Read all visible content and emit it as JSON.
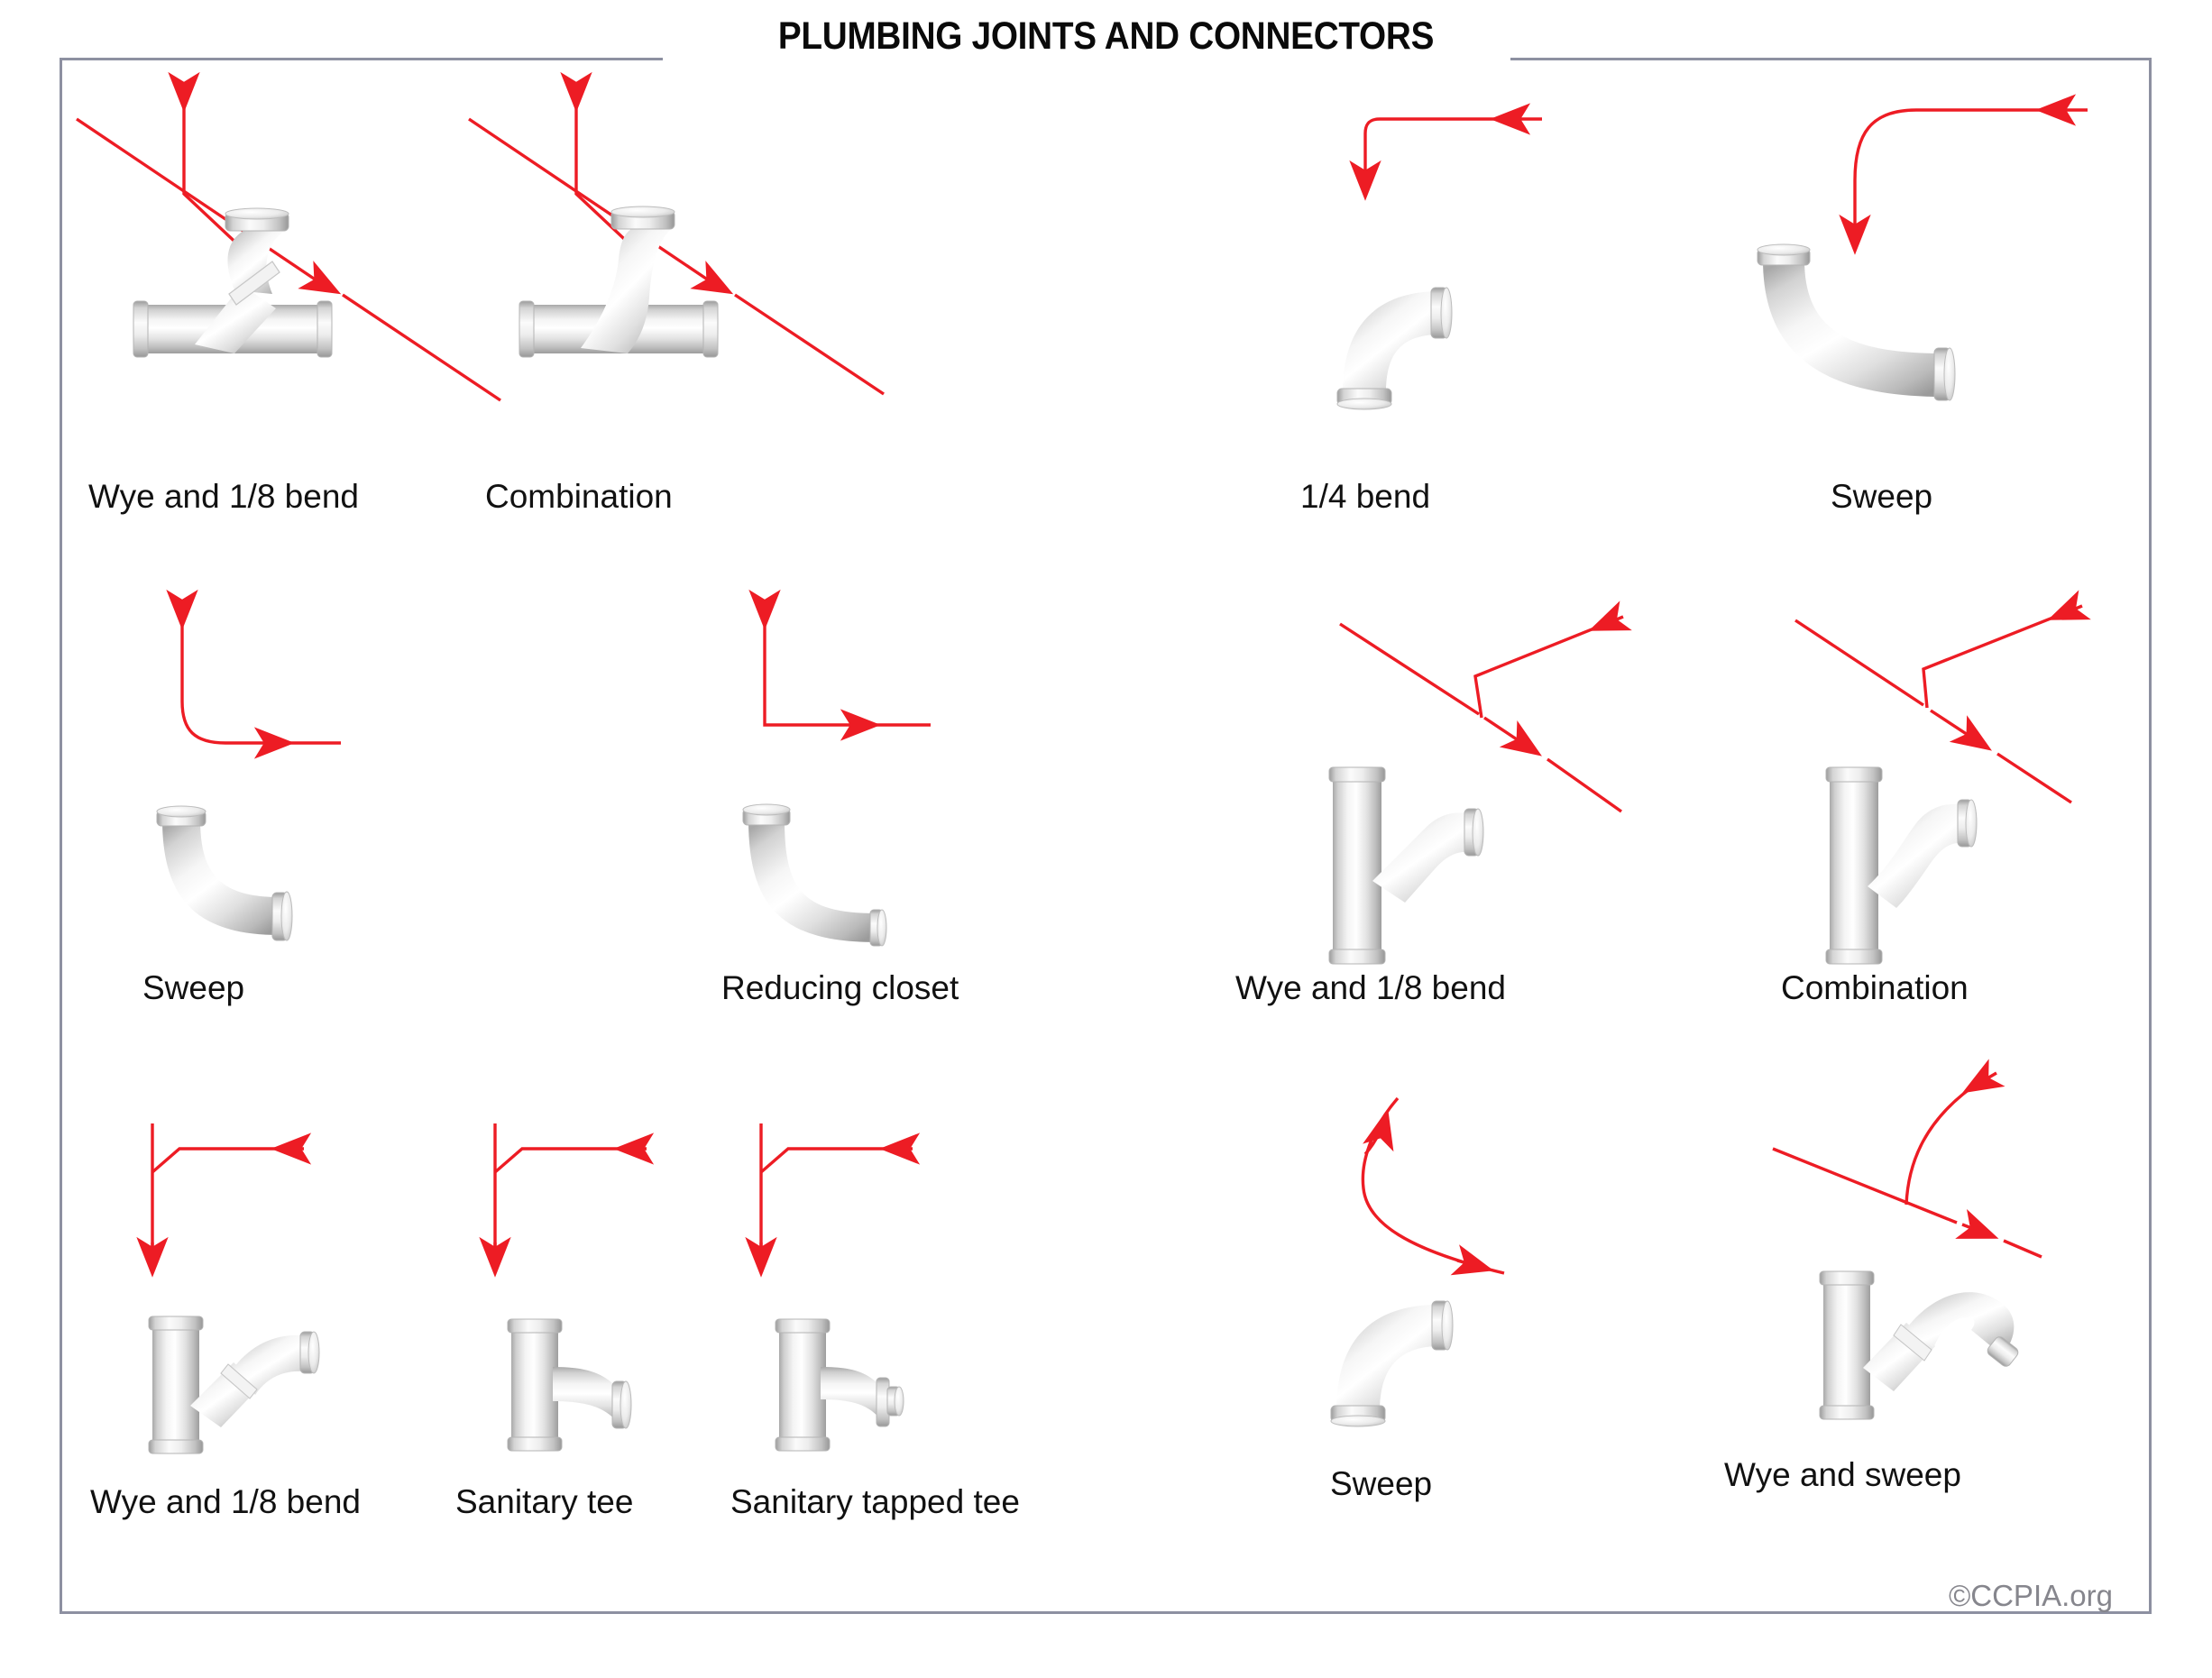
{
  "title": "PLUMBING JOINTS AND CONNECTORS",
  "credit": "©CCPIA.org",
  "colors": {
    "flow_arrow": "#ed1c24",
    "frame": "#8d90a1",
    "pipe_light": "#ffffff",
    "pipe_mid": "#d8d8d8",
    "pipe_shadow": "#9a9a9a",
    "label_text": "#111111",
    "credit_text": "#86868d",
    "background": "#ffffff"
  },
  "rows": [
    {
      "row": 1,
      "items": [
        {
          "label": "Wye and 1/8 bend",
          "fitting": "wye-and-eighth-bend-horizontal",
          "flow": "diagonal-with-vertical-branch"
        },
        {
          "label": "Combination",
          "fitting": "combination-horizontal",
          "flow": "diagonal-with-vertical-branch"
        },
        {
          "label": "1/4 bend",
          "fitting": "quarter-bend",
          "flow": "tight-corner-right-to-down"
        },
        {
          "label": "Sweep",
          "fitting": "sweep-large-radius",
          "flow": "wide-curve-right-to-down"
        }
      ]
    },
    {
      "row": 2,
      "items": [
        {
          "label": "Sweep",
          "fitting": "sweep-elbow",
          "flow": "rounded-corner-down-to-right"
        },
        {
          "label": "Reducing closet",
          "fitting": "reducing-closet",
          "flow": "square-corner-down-to-right"
        },
        {
          "label": "Wye and 1/8 bend",
          "fitting": "wye-and-eighth-bend-vertical",
          "flow": "diagonal-with-vee-branch"
        },
        {
          "label": "Combination",
          "fitting": "combination-vertical",
          "flow": "diagonal-with-vee-branch"
        }
      ]
    },
    {
      "row": 3,
      "items": [
        {
          "label": "Wye and 1/8 bend",
          "fitting": "wye-and-eighth-bend-vertical-branch",
          "flow": "down-with-angled-inlet"
        },
        {
          "label": "Sanitary tee",
          "fitting": "sanitary-tee",
          "flow": "down-with-angled-inlet"
        },
        {
          "label": "Sanitary tapped tee",
          "fitting": "sanitary-tapped-tee",
          "flow": "down-with-angled-inlet"
        },
        {
          "label": "Sweep",
          "fitting": "sweep-quarter",
          "flow": "s-curve-double-head"
        },
        {
          "label": "Wye and sweep",
          "fitting": "wye-and-sweep",
          "flow": "diagonal-with-curved-branch"
        }
      ]
    }
  ]
}
